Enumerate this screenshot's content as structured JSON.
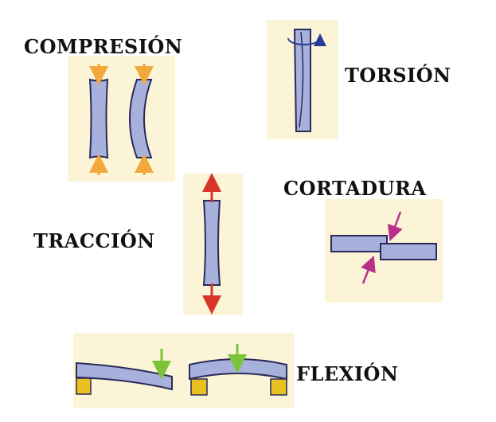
{
  "labels": {
    "compresion": "COMPRESIÓN",
    "torsion": "TORSIÓN",
    "cortadura": "CORTADURA",
    "traccion": "TRACCIÓN",
    "flexion": "FLEXIÓN"
  },
  "colors": {
    "panel": "#fbf4d6",
    "beam_fill": "#a8b0dc",
    "beam_stroke": "#2a2a5a",
    "compresion_arrow": "#f2a83a",
    "torsion_arrow": "#2a3a9a",
    "traccion_arrow": "#d8342a",
    "cortadura_arrow": "#b8308a",
    "flexion_arrow": "#7ac43a",
    "support": "#e8c020"
  }
}
